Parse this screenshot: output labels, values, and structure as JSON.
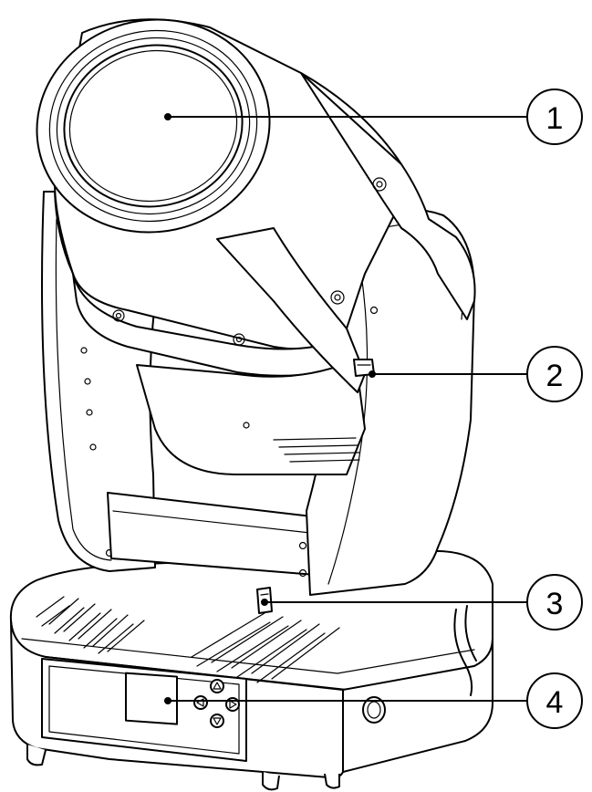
{
  "figure": {
    "subject_icon": "moving-head-light-fixture",
    "line_color": "#000000",
    "background": "#ffffff"
  },
  "callouts": [
    {
      "number": "1",
      "part_icon": "front-lens"
    },
    {
      "number": "2",
      "part_icon": "tilt-lock"
    },
    {
      "number": "3",
      "part_icon": "pan-lock"
    },
    {
      "number": "4",
      "part_icon": "display-and-control-buttons"
    }
  ]
}
